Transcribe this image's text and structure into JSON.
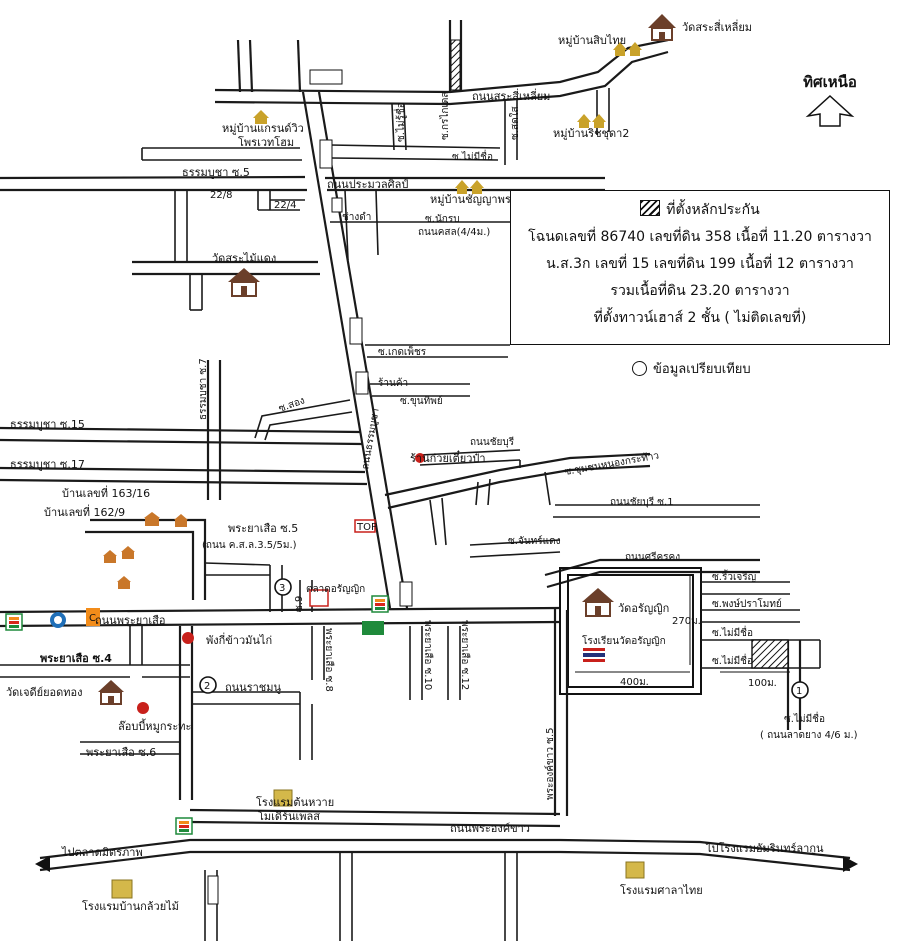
{
  "north_label": "ทิศเหนือ",
  "info": {
    "legend": "ที่ตั้งหลักประกัน",
    "line1": "โฉนดเลขที่ 86740 เลขที่ดิน 358  เนื้อที่ 11.20 ตารางวา",
    "line2": "น.ส.3ก เลขที่ 15 เลขที่ดิน 199 เนื้อที่ 12 ตารางวา",
    "line3": "รวมเนื้อที่ดิน 23.20 ตารางวา",
    "line4": "ที่ตั้งทาวน์เฮาส์ 2 ชั้น ( ไม่ติดเลขที่)"
  },
  "compare_label": "ข้อมูลเปรียบเทียบ",
  "markers": [
    "1",
    "2",
    "3"
  ],
  "labels": {
    "wat_sa_si_liam": "วัดสระสี่เหลี่ยม",
    "mb_sib_thai": "หมู่บ้านสิบไทย",
    "mb_ritchada": "หมู่บ้านริชชุดา2",
    "mb_grandview": "หมู่บ้านแกรนด์วิว",
    "phrawet_home": "โพรเวทโฮม",
    "road_sa_si_liam": "ถนนสระสี่เหลี่ยม",
    "soi_mai_sue": "ซ.ไม่รู้ชื่อ",
    "soi_krikaset": "ซ.กรไกเดส",
    "soi_sadao": "ซ.สดใส",
    "soi_mai_mi_chue_top": "ซ.ไม่มีชื่อ",
    "thammabucha_5": "ธรรมบูชา ซ.5",
    "num_22_8": "22/8",
    "num_22_4": "22/4",
    "road_prasong": "ถนนประมวลศิลป์",
    "mb_chanya": "หมู่บ้านชัญญาพร",
    "soi_chang_tham": "ช่างดำ",
    "soi_nakrop": "ซ.นักรบ",
    "road_nakrop_sub": "ถนนคสล(4/4ม.)",
    "wat_sa_mai_daeng": "วัดสระไม้แดง",
    "soi_keptrap": "ซ.เกดเพ็ชร",
    "ran_kha": "ร้านค้า",
    "soi_khun_thip": "ซ.ขุนทิพย์",
    "soi_song": "ซ.สอง",
    "thammabucha_7": "ธรรมบูชา ซ.7",
    "thammabucha_15": "ธรรมบูชา ซ.15",
    "thammabucha_17": "ธรรมบูชา ซ.17",
    "road_main_vertical": "ถนนธรรมบูชา",
    "road_chaiburi": "ถนนชัยบุรี",
    "ran_kuay_tiao": "ร้านก๋วยเตี๋ยวป๋า",
    "soi_chumchon": "ซ.ชุมชนหนองกระท้าว",
    "road_chaiburi_1": "ถนนชัยบุรี ซ.1",
    "house_163": "บ้านเลขที่ 163/16",
    "house_162": "บ้านเลขที่ 162/9",
    "phraya_suea_5": "พระยาเสือ ซ.5",
    "phraya_suea_5_sub": "(ถนน ค.ส.ล.3.5/5ม.)",
    "soi_chan_daeng": "ซ.จันทร์แดง",
    "road_sri_khong": "ถนนศรีครคง",
    "talad_chanyat": "ตลาดอรัญญิก",
    "soi_9": "ซ.9",
    "soi_rim_charoen": "ซ.ริ้วเจริญ",
    "soi_phong": "ซ.พงษ์ปราโมทย์",
    "wat_chanyat": "วัดอรัญญิก",
    "road_phraya_suea": "ถนนพระยาเสือ",
    "pang_khao_man_kai": "พังกี่ข้าวมันไก่",
    "phraya_suea_8": "พระยาเสือ ซ.8",
    "phraya_suea_10": "พระยาเสือ ซ.10",
    "phraya_suea_12": "พระยาเสือ ซ.12",
    "school_wat": "โรงเรียนวัดอรัญญิก",
    "dist_270": "270ม.",
    "soi_mai_mi_chue_1": "ซ.ไม่มีชื่อ",
    "soi_mai_mi_chue_2": "ซ.ไม่มีชื่อ",
    "phraya_suea_4": "พระยาเสือ ซ.4",
    "wat_chedi": "วัดเจดีย์ยอดทอง",
    "road_ratchamnu": "ถนนราชมนู",
    "dist_400": "400ม.",
    "dist_100": "100ม.",
    "lob_moo": "ล๊อบบี้หมูกระทะ",
    "soi_mai_mi_chue_3": "ซ.ไม่มีชื่อ",
    "road_lat_yang": "( ถนนลาดยาง 4/6 ม.)",
    "phraya_suea_6": "พระยาเสือ ซ.6",
    "phra_ong_khao_5": "พระองค์ขาว ซ.5",
    "hotel_ton_huai": "โรงแรมต้นหวาย",
    "hotel_ton_huai_2": "โมเดิร์นเพลส",
    "road_phra_ong_khao": "ถนนพระองค์ขาว",
    "to_talad": "ไปตลาดมิตรภาพ",
    "to_hotel_amarin": "ไปโรงแรมอัมรินทร์ลากูน",
    "hotel_ban_kluai": "โรงแรมบ้านกล้วยไม้",
    "hotel_sala_thai": "โรงแรมศาลาไทย",
    "top_store": "TOP"
  },
  "colors": {
    "road": "#1a1a1a",
    "seven_eleven_green": "#1f8a3b",
    "seven_eleven_orange": "#f28c1a",
    "seven_eleven_red": "#d9261c",
    "temple_brown": "#6b3f2a",
    "house_roof": "#c9772a",
    "hotel_yellow": "#d4b84a",
    "kfc_red": "#c8201b",
    "flag_red": "#c8201b",
    "flag_blue": "#22317a"
  },
  "icons": [
    "temple-icon",
    "house-icon",
    "hotel-icon",
    "seven-eleven-icon",
    "restaurant-icon",
    "flag-icon",
    "north-arrow-icon"
  ]
}
